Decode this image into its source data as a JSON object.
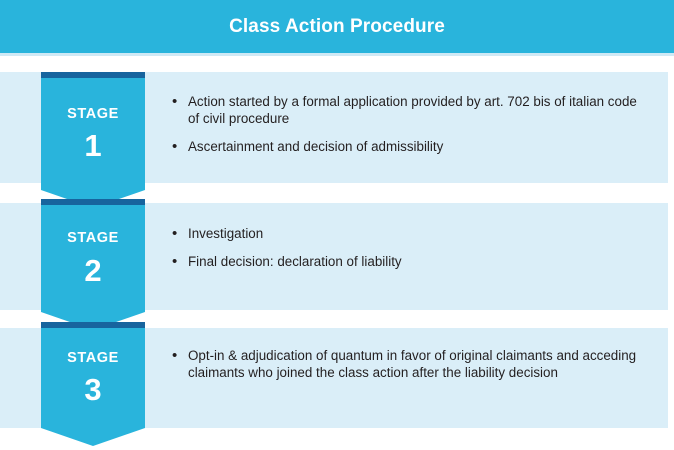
{
  "header": {
    "title": "Class Action Procedure"
  },
  "colors": {
    "accent_cyan": "#29b4dc",
    "panel_light_blue": "#daeef8",
    "banner_top_navy": "#17649e",
    "text_dark": "#231f20",
    "header_text": "#ffffff"
  },
  "stages": [
    {
      "label": "STAGE",
      "number": "1",
      "bullets": [
        "Action started by a formal application provided by art. 702 bis of italian code of civil procedure",
        "Ascertainment and decision of admissibility"
      ]
    },
    {
      "label": "STAGE",
      "number": "2",
      "bullets": [
        "Investigation",
        "Final decision: declaration of liability"
      ]
    },
    {
      "label": "STAGE",
      "number": "3",
      "bullets": [
        "Opt-in & adjudication of quantum in favor of original claimants and acceding claimants who joined the class action after the liability decision"
      ]
    }
  ]
}
